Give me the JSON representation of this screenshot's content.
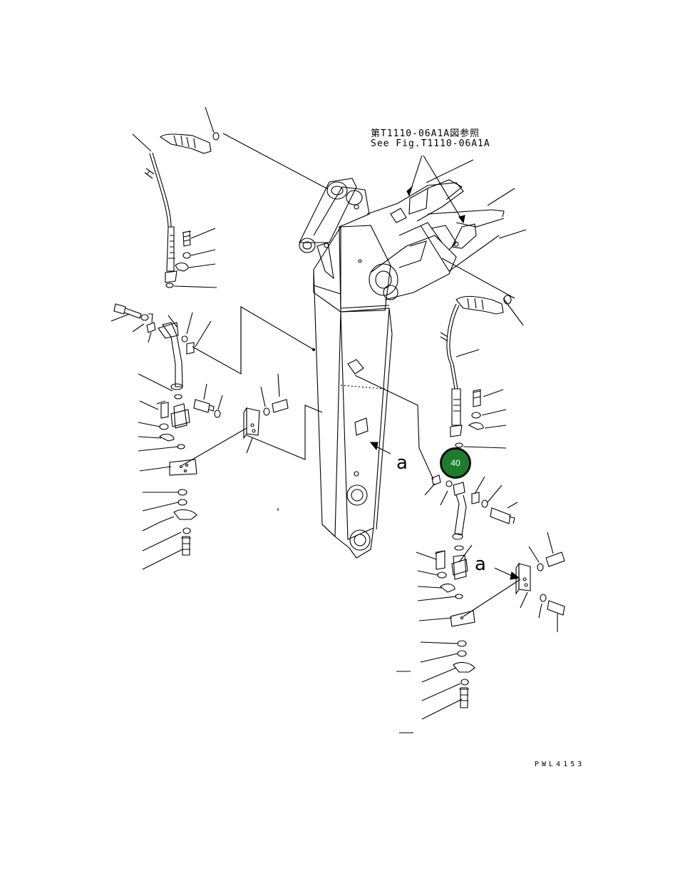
{
  "reference": {
    "jp": "第T1110-06A1A図参照",
    "en": "See Fig.T1110-06A1A"
  },
  "view_labels": {
    "a_main": "a",
    "a_detail": "a"
  },
  "drawing_code": "PWL4153",
  "callout": {
    "number": "40",
    "color": "#1e7d2c"
  },
  "icons": [
    "arrow-icon",
    "leader-line",
    "part-outline"
  ]
}
